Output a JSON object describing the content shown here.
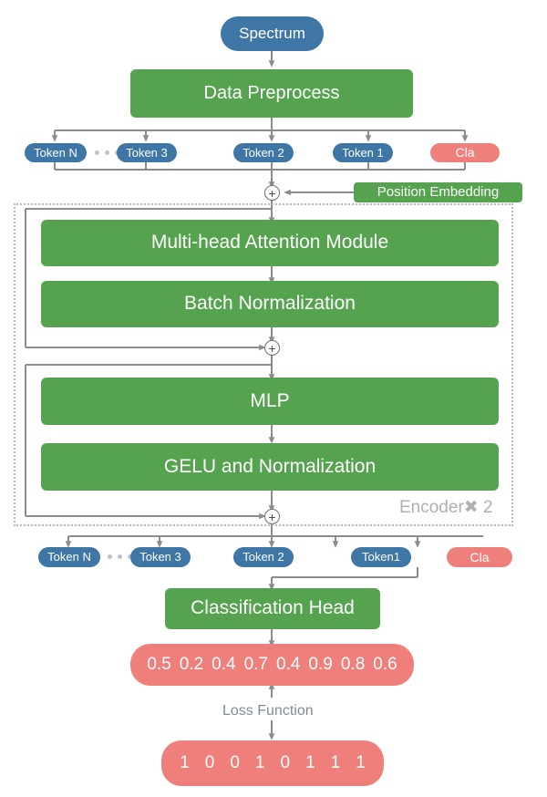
{
  "diagram": {
    "title": "Spectrum Transformer Classification Architecture",
    "colors": {
      "green": "#55A34F",
      "blue": "#3E76A6",
      "red": "#EE7F7B",
      "wire": "#8c8c8c",
      "dotted_border": "#b9b9b9",
      "label_gray": "#808b96"
    }
  },
  "nodes": {
    "spectrum": "Spectrum",
    "data_preprocess": "Data Preprocess",
    "position_embedding": "Position Embedding",
    "multi_head_attention": "Multi-head Attention  Module",
    "batch_normalization": "Batch Normalization",
    "mlp": "MLP",
    "gelu_normalization": "GELU and Normalization",
    "classification_head": "Classification Head",
    "encoder_label": "Encoder✖ 2",
    "loss_function": "Loss Function",
    "plus_symbol": "+"
  },
  "tokens_top": [
    {
      "label": "Token N",
      "type": "blue"
    },
    {
      "label": "Token 3",
      "type": "blue"
    },
    {
      "label": "Token 2",
      "type": "blue"
    },
    {
      "label": "Token 1",
      "type": "blue"
    },
    {
      "label": "Cla",
      "type": "red"
    }
  ],
  "tokens_bottom": [
    {
      "label": "Token N",
      "type": "blue"
    },
    {
      "label": "Token 3",
      "type": "blue"
    },
    {
      "label": "Token 2",
      "type": "blue"
    },
    {
      "label": "Token1",
      "type": "blue"
    },
    {
      "label": "Cla",
      "type": "red"
    }
  ],
  "outputs": {
    "probabilities": [
      "0.5",
      "0.2",
      "0.4",
      "0.7",
      "0.4",
      "0.9",
      "0.8",
      "0.6"
    ],
    "labels": [
      "1",
      "0",
      "0",
      "1",
      "0",
      "1",
      "1",
      "1"
    ]
  }
}
